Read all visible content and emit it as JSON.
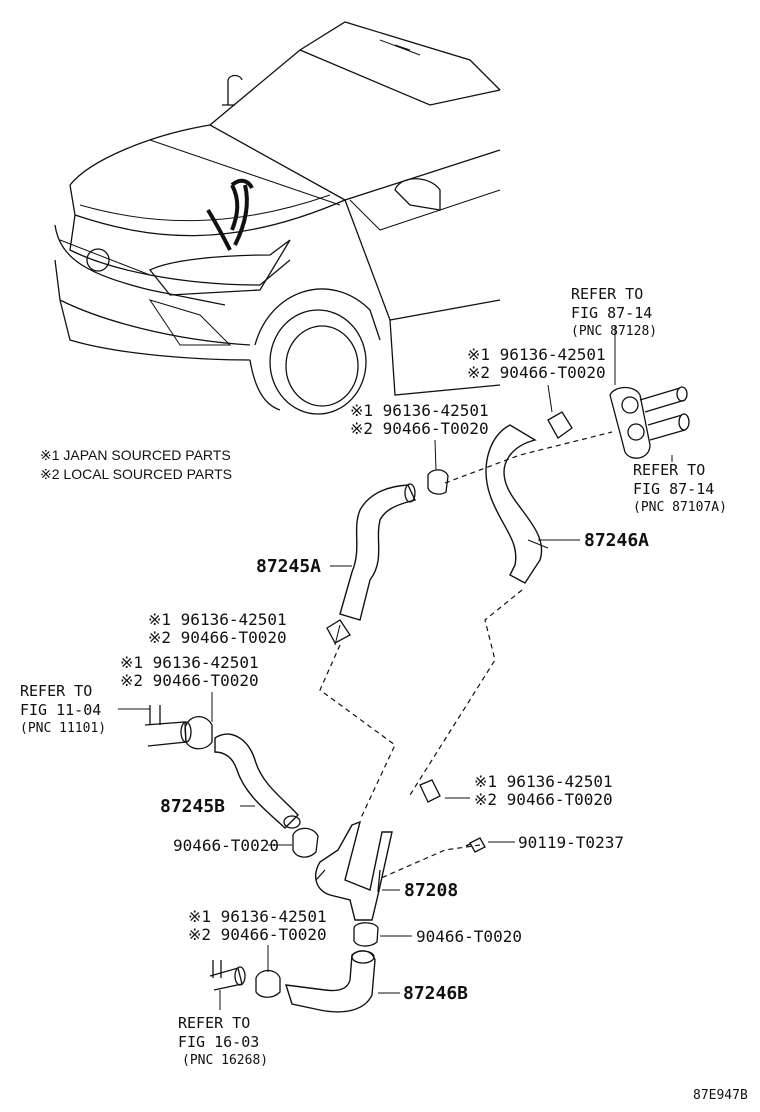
{
  "legend": {
    "line1": "※1 JAPAN SOURCED PARTS",
    "line2": "※2 LOCAL SOURCED PARTS"
  },
  "refs": {
    "top_a": {
      "l1": "REFER TO",
      "l2": "FIG 87-14",
      "l3": "(PNC 87128)"
    },
    "top_b": {
      "l1": "REFER TO",
      "l2": "FIG 87-14",
      "l3": "(PNC 87107A)"
    },
    "left": {
      "l1": "REFER TO",
      "l2": "FIG 11-04",
      "l3": "(PNC 11101)"
    },
    "bottom": {
      "l1": "REFER TO",
      "l2": "FIG 16-03",
      "l3": "(PNC 16268)"
    }
  },
  "clamps": {
    "c1": {
      "j": "※1 96136-42501",
      "l": "※2 90466-T0020"
    },
    "c2": {
      "j": "※1 96136-42501",
      "l": "※2 90466-T0020"
    },
    "c3": {
      "j": "※1 96136-42501",
      "l": "※2 90466-T0020"
    },
    "c4": {
      "j": "※1 96136-42501",
      "l": "※2 90466-T0020"
    },
    "c5": {
      "j": "※1 96136-42501",
      "l": "※2 90466-T0020"
    },
    "c6": {
      "j": "※1 96136-42501",
      "l": "※2 90466-T0020"
    }
  },
  "parts": {
    "hose_87246a": "87246A",
    "hose_87245a": "87245A",
    "hose_87245b": "87245B",
    "hose_87246b": "87246B",
    "pipe_87208": "87208",
    "clamp_single_left": "90466-T0020",
    "clamp_single_right": "90466-T0020",
    "bolt": "90119-T0237"
  },
  "diagram_code": "87E947B"
}
